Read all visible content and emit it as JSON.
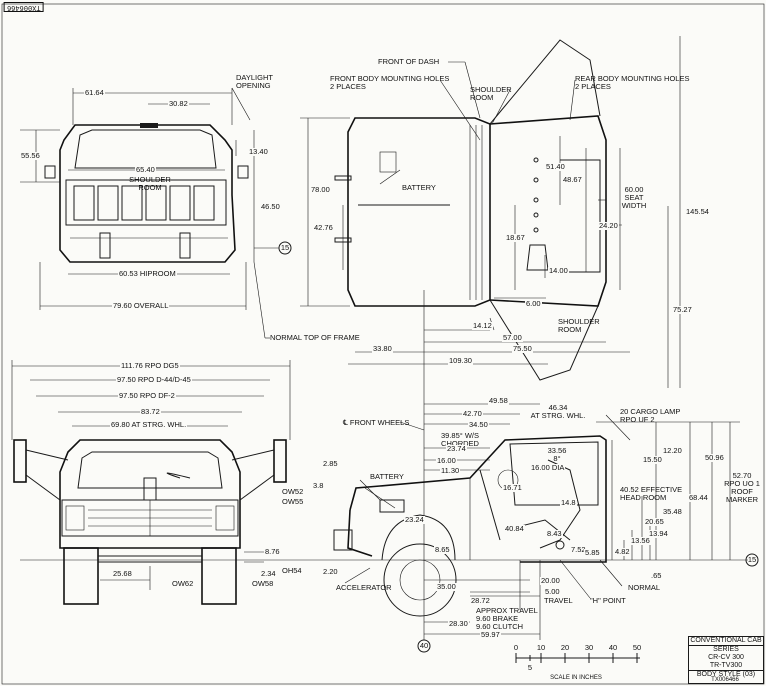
{
  "stamp": "TX006466",
  "front_view_top": {
    "d1": "61.64",
    "d2": "30.82",
    "d3": "55.56",
    "d4": "13.40",
    "daylight": "DAYLIGHT\nOPENING",
    "d5": "65.40",
    "d6": "SHOULDER\nROOM",
    "d7": "46.50",
    "d8": "60.53 HIPROOM",
    "d9": "79.60 OVERALL",
    "ref15": "15",
    "normal_top": "NORMAL TOP OF FRAME"
  },
  "plan_view": {
    "front_of_dash": "FRONT OF DASH",
    "front_mount": "FRONT BODY MOUNTING HOLES\n2 PLACES",
    "shoulder_room": "SHOULDER\nROOM",
    "rear_mount": "REAR BODY MOUNTING HOLES\n2 PLACES",
    "d78": "78.00",
    "battery": "BATTERY",
    "d4276": "42.76",
    "d5140": "51.40",
    "d4867": "48.67",
    "seat": "60.00\nSEAT\nWIDTH",
    "d2420": "24.20",
    "d1867": "18.67",
    "d1400": "14.00",
    "d600": "6.00",
    "d14554": "145.54",
    "d7527": "75.27",
    "shoulder2": "SHOULDER\nROOM",
    "d1412": "14.12",
    "d5700": "57.00",
    "d7550": "75.50",
    "d3380": "33.80",
    "d10930": "109.30"
  },
  "front_view_bottom": {
    "d11176": "111.76 RPO DG5",
    "d9750a": "97.50  RPO D-44/D-45",
    "d9750b": "97.50 RPO DF-2",
    "d8372": "83.72",
    "d6980": "69.80 AT STRG. WHL.",
    "ow52": "OW52",
    "ow55": "OW55",
    "d876": "8.76",
    "d234": "2.34",
    "oh54": "OH54",
    "d2568": "25.68",
    "ow62": "OW62",
    "ow58": "OW58"
  },
  "side_view": {
    "front_wheels": "℄ FRONT WHEELS",
    "d4958": "49.58",
    "d4270": "42.70",
    "d4634": "46.34\nAT STRG. WHL.",
    "cargo": "20 CARGO LAMP\nRPO UF 2",
    "d3450": "34.50",
    "chorded": "39.85° W/S\nCHORDED",
    "d2374": "23.74",
    "d1600": "16.00",
    "d1130": "11.30",
    "d3356": "33.56\n8°",
    "dia": "16.00 DIA",
    "d1220": "12.20",
    "d1550": "15.50",
    "d285": "2.85",
    "d38": "3.8",
    "battery": "BATTERY",
    "d2324": "23.24",
    "d1671": "16.71",
    "d148": "14.8",
    "headroom": "40.52 EFFECTIVE\nHEAD ROOM",
    "d6844": "68.44",
    "d5096": "50.96",
    "roof": "52.70\nRPO UO 1\nROOF\nMARKER",
    "d3548": "35.48",
    "d2065": "20.65",
    "d1394": "13.94",
    "d1356": "13.56",
    "d4084": "40.84",
    "d843": "8.43",
    "d865": "8.65",
    "d752": "7.52",
    "d585": "5.85",
    "d482": "4.82",
    "d220": "2.20",
    "accel": "ACCELERATOR",
    "d3500": "35.00",
    "d2000": "20.00",
    "d500": "5.00",
    "travel": "TRAVEL",
    "hpoint": "\"H\" POINT",
    "normal": "NORMAL",
    "d65": ".65",
    "d2872": "28.72",
    "approx": "APPROX TRAVEL\n9.60 BRAKE\n9.60 CLUTCH",
    "d2830": "28.30",
    "d5997": "59.97",
    "ref40": "40",
    "ref15": "15"
  },
  "scale": {
    "ticks": [
      "0",
      "10",
      "20",
      "30",
      "40",
      "50"
    ],
    "five": "5",
    "label": "SCALE IN INCHES"
  },
  "title_block": {
    "title": "CONVENTIONAL CAB",
    "series": "SERIES",
    "s1": "CR-CV 300",
    "s2": "TR-TV300",
    "body": "BODY STYLE (03)",
    "code": "TX006466"
  }
}
